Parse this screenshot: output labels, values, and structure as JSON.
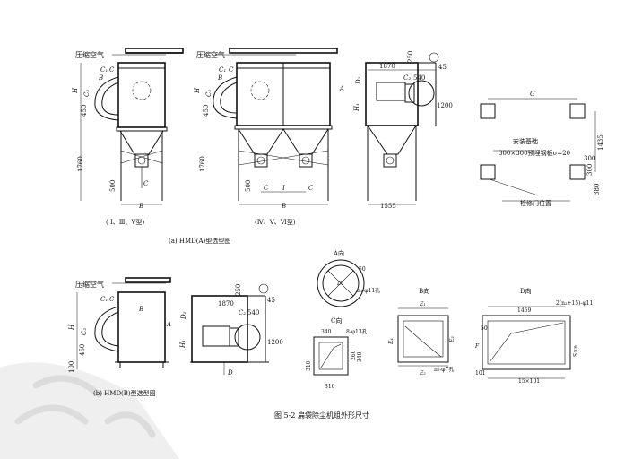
{
  "figure": {
    "caption": "图 5-2 扁袋除尘机组外形尺寸",
    "subcaption_a": "(a) HMD(A)型选型图",
    "subcaption_b": "(b) HMD(B)型选型图"
  },
  "labels": {
    "compressed_air": "压缩空气",
    "type_1_3_5": "( Ⅰ、Ⅲ、Ⅴ型)",
    "type_4_5_6": "(Ⅳ、Ⅴ、Ⅵ型)",
    "foundation": "安装基础",
    "embedded_plate": "300×300预埋钢板σ=20",
    "access_door": "检修门位置",
    "view_A": "A向",
    "view_B": "B向",
    "view_C": "C向",
    "view_D": "D向"
  },
  "dims": {
    "H": "H",
    "B": "B",
    "B1": "B",
    "C": "C",
    "C1": "C₁",
    "C2": "C₂",
    "I": "I",
    "G": "G",
    "F": "F",
    "E1": "E₁",
    "E2": "E₂",
    "E3": "E₃",
    "E4": "E₄",
    "D1": "D₁",
    "D2": "D₂",
    "H1": "H₁",
    "h450": "450",
    "h1760": "1760",
    "h500": "500",
    "h100": "100",
    "w1870": "1870",
    "w540": "540",
    "w45": "45",
    "w250": "250",
    "w1200": "1200",
    "w1555": "1555",
    "w1435": "1435",
    "w300": "300",
    "w380": "380",
    "w340": "340",
    "w310": "310",
    "w260": "260",
    "w340b": "340",
    "w310b": "310",
    "w1459": "1459",
    "w50": "50",
    "w101": "101",
    "w15x101": "15×101",
    "holes_8": "8-φ13孔",
    "holes_n1": "n₁-φ11孔",
    "holes_n2": "n₂-φ7孔",
    "holes_2n": "2(n₂+15)-φ11",
    "s_n": "S×n",
    "A": "A",
    "D": "D",
    "n50": "50"
  },
  "colors": {
    "ink": "#111111",
    "watermark": "#e4e4e4"
  }
}
